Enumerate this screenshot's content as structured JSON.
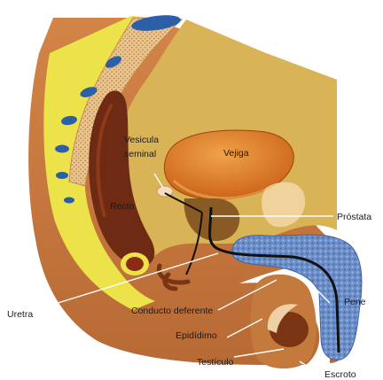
{
  "diagram": {
    "labels": {
      "vesicula_line1": "Vesicula",
      "vesicula_line2": "seminal",
      "vejiga": "Vejiga",
      "recto": "Recto",
      "prostata": "Próstata",
      "uretra": "Uretra",
      "conducto": "Conducto  deferente",
      "pene": "Pene",
      "epididimo": "Epidídimo",
      "testiculo": "Testículo",
      "escroto": "Escroto"
    },
    "colors": {
      "body_skin": "#c9783f",
      "body_dark": "#a4582a",
      "spine_yellow": "#ece24a",
      "vertebra_blue": "#2b5fa8",
      "bone_tan": "#e8c48e",
      "pelvic_cavity": "#d9b456",
      "bladder": "#d8701f",
      "rectum": "#6e2a12",
      "penis_blue": "#6d8fc8",
      "urethra_line": "#111111",
      "pointer_line": "#ffffff"
    }
  }
}
